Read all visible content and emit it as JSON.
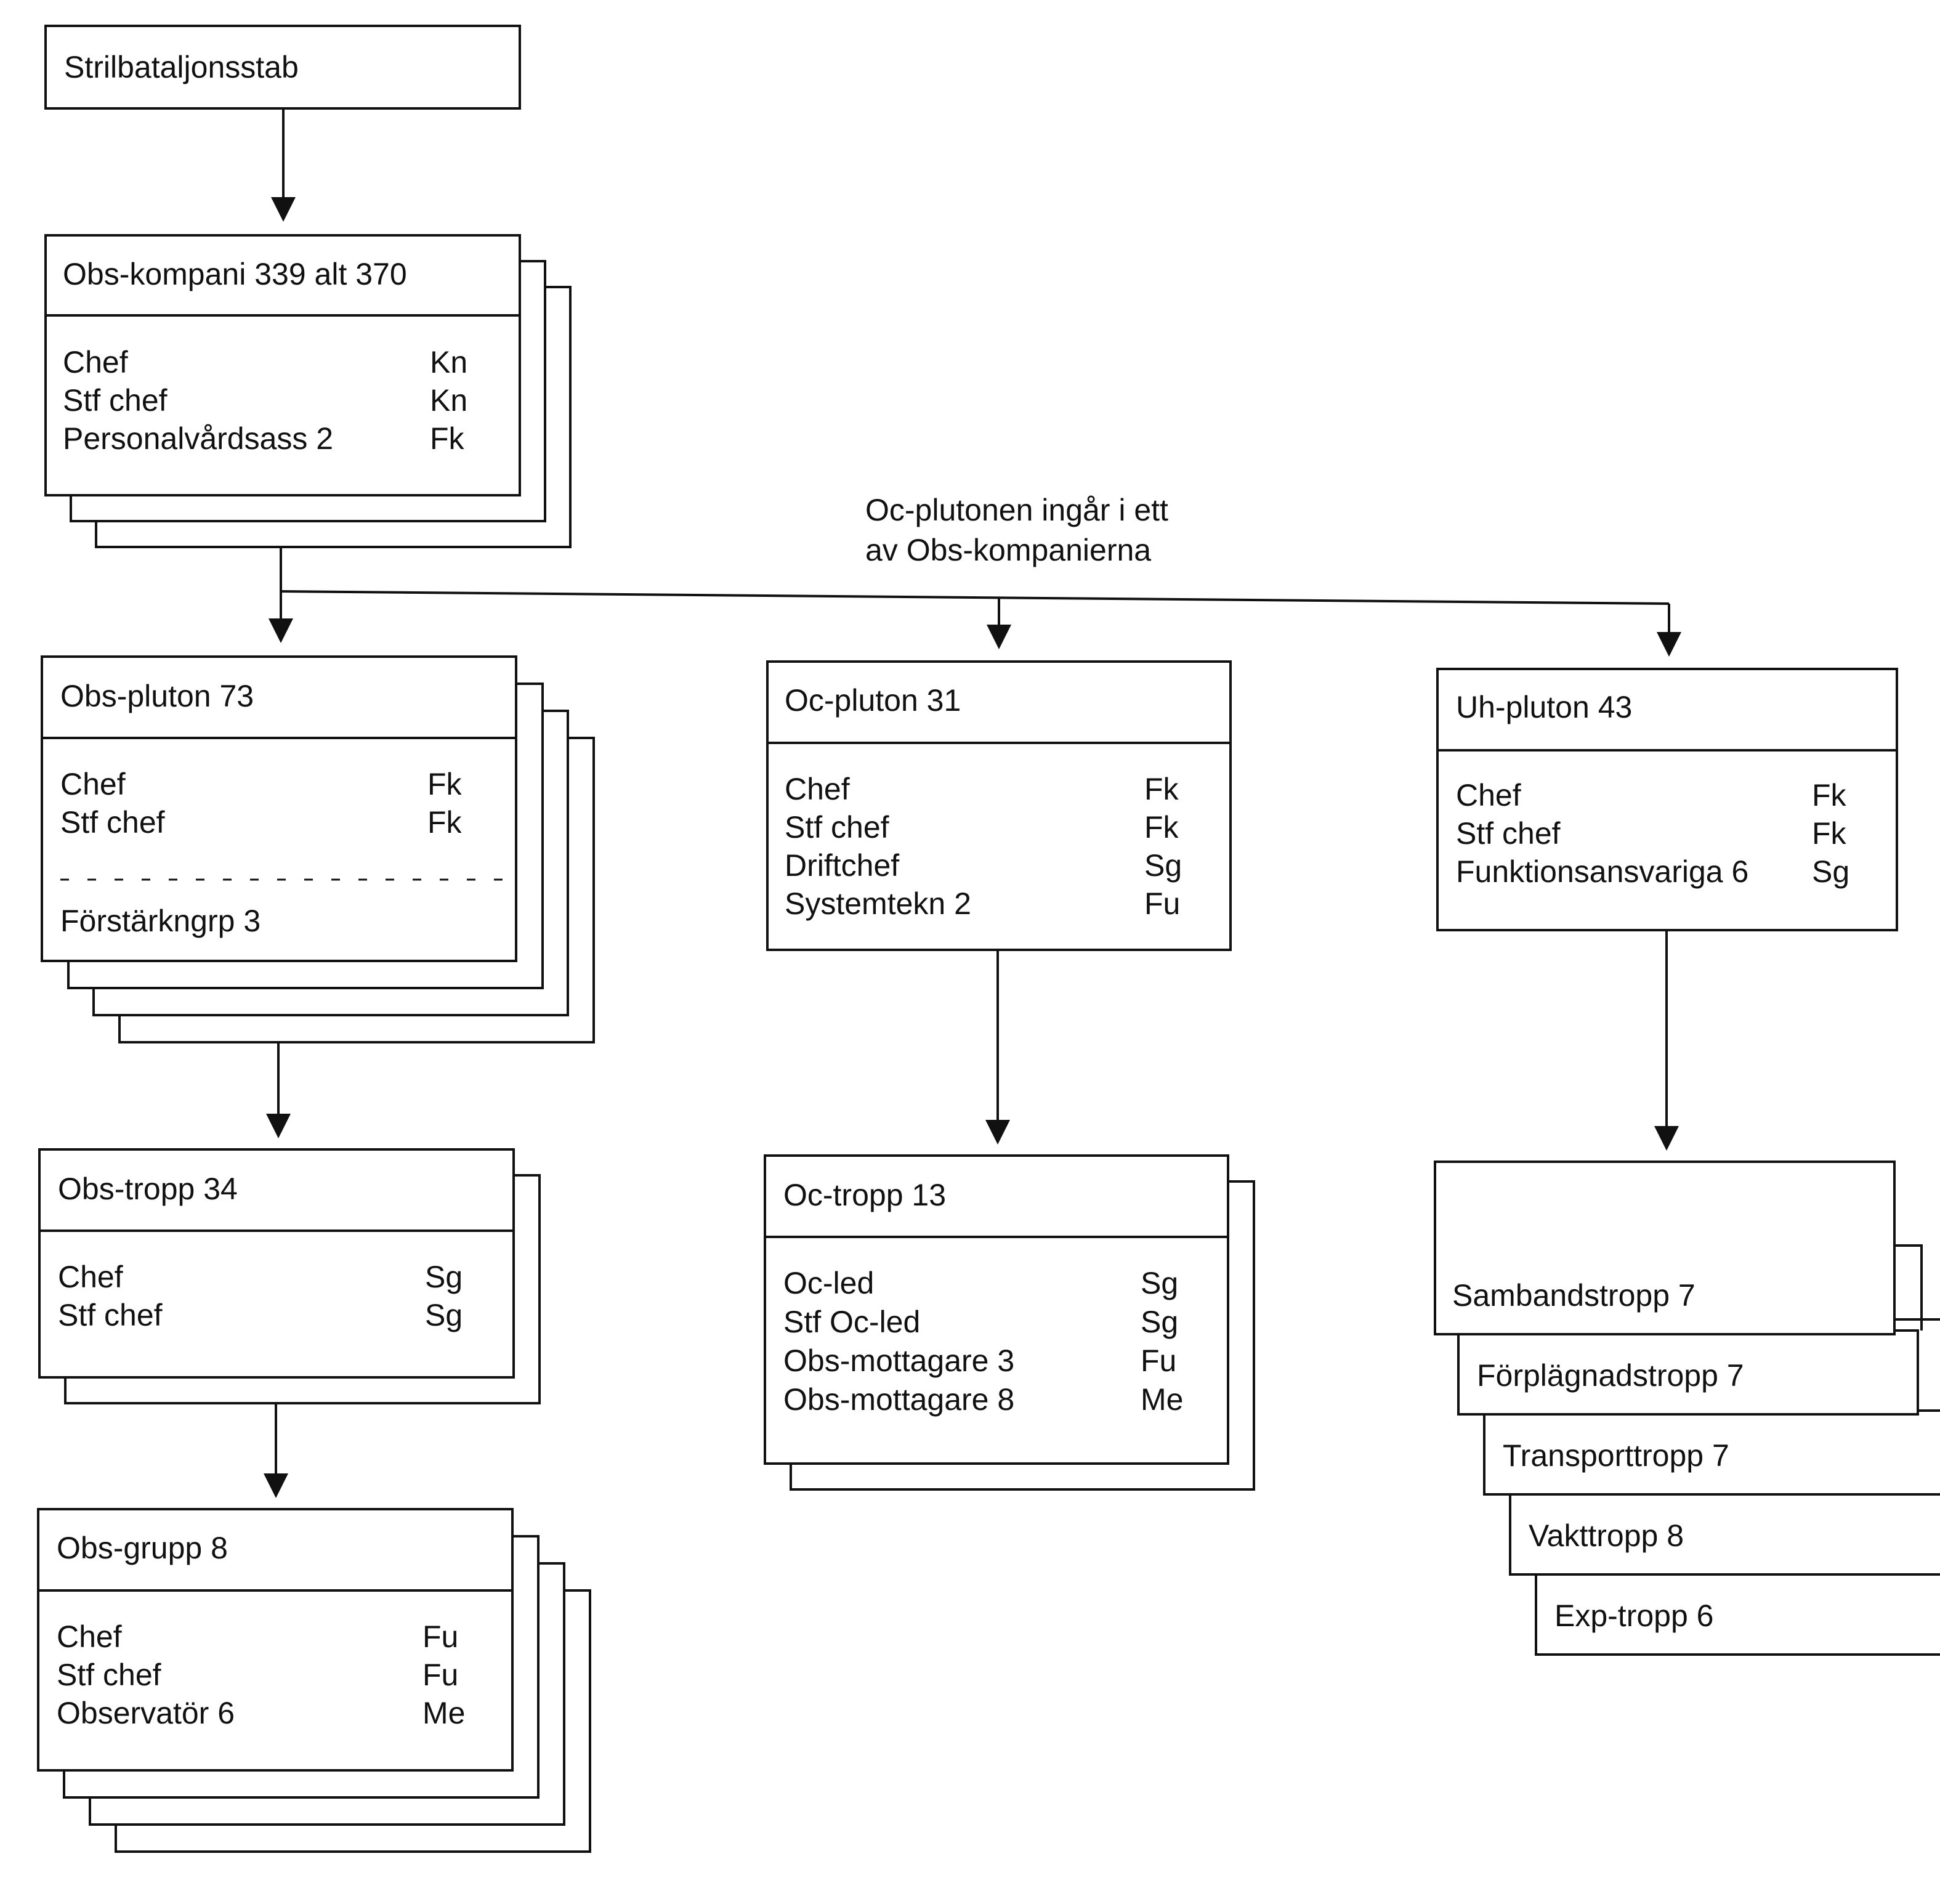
{
  "boxes": {
    "stab": {
      "title": "Strilbataljonsstab"
    },
    "obs_kompani": {
      "title": "Obs-kompani  339 alt 370",
      "rows": [
        {
          "role": "Chef",
          "rank": "Kn"
        },
        {
          "role": "Stf chef",
          "rank": "Kn"
        },
        {
          "role": "Personalvårdsass  2",
          "rank": "Fk"
        }
      ]
    },
    "obs_pluton": {
      "title": "Obs-pluton  73",
      "rows": [
        {
          "role": "Chef",
          "rank": "Fk"
        },
        {
          "role": "Stf chef",
          "rank": "Fk"
        }
      ],
      "extra": "Förstärkngrp  3"
    },
    "oc_pluton": {
      "title": "Oc-pluton  31",
      "rows": [
        {
          "role": "Chef",
          "rank": "Fk"
        },
        {
          "role": "Stf chef",
          "rank": "Fk"
        },
        {
          "role": "Driftchef",
          "rank": "Sg"
        },
        {
          "role": "Systemtekn  2",
          "rank": "Fu"
        }
      ]
    },
    "uh_pluton": {
      "title": "Uh-pluton  43",
      "rows": [
        {
          "role": "Chef",
          "rank": "Fk"
        },
        {
          "role": "Stf chef",
          "rank": "Fk"
        },
        {
          "role": "Funktionsansvariga  6",
          "rank": "Sg"
        }
      ]
    },
    "obs_tropp": {
      "title": "Obs-tropp  34",
      "rows": [
        {
          "role": "Chef",
          "rank": "Sg"
        },
        {
          "role": "Stf chef",
          "rank": "Sg"
        }
      ]
    },
    "oc_tropp": {
      "title": "Oc-tropp  13",
      "rows": [
        {
          "role": "Oc-led",
          "rank": "Sg"
        },
        {
          "role": "Stf Oc-led",
          "rank": "Sg"
        },
        {
          "role": "Obs-mottagare  3",
          "rank": "Fu"
        },
        {
          "role": "Obs-mottagare  8",
          "rank": "Me"
        }
      ]
    },
    "obs_grupp": {
      "title": "Obs-grupp  8",
      "rows": [
        {
          "role": "Chef",
          "rank": "Fu"
        },
        {
          "role": "Stf chef",
          "rank": "Fu"
        },
        {
          "role": "Observatör  6",
          "rank": "Me"
        }
      ]
    }
  },
  "uh_troops": [
    "Sambandstropp  7",
    "Förplägnadstropp  7",
    "Transporttropp  7",
    "Vakttropp  8",
    "Exp-tropp  6"
  ],
  "note": {
    "line1": "Oc-plutonen ingår i ett",
    "line2": "av Obs-kompanierna"
  }
}
